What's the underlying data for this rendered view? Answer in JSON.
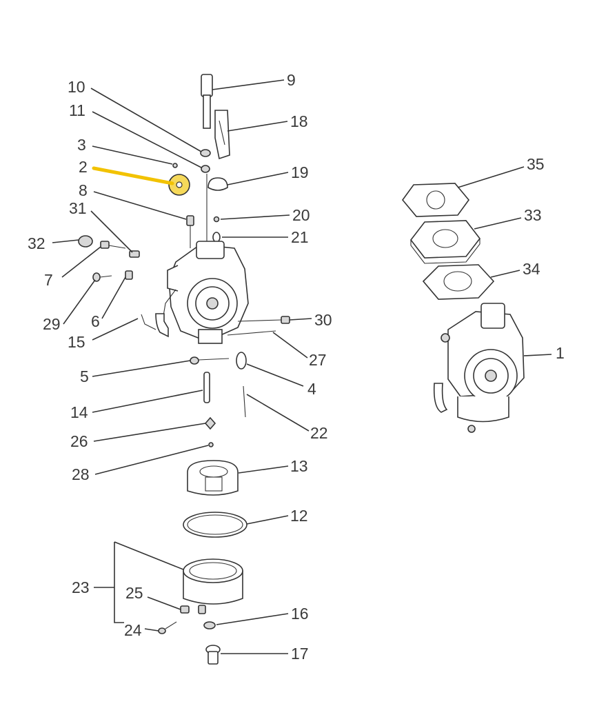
{
  "diagram": {
    "callouts": [
      {
        "id": "10",
        "text": "10"
      },
      {
        "id": "9",
        "text": "9"
      },
      {
        "id": "11",
        "text": "11"
      },
      {
        "id": "18",
        "text": "18"
      },
      {
        "id": "3",
        "text": "3"
      },
      {
        "id": "2",
        "text": "2"
      },
      {
        "id": "19",
        "text": "19"
      },
      {
        "id": "8",
        "text": "8"
      },
      {
        "id": "20",
        "text": "20"
      },
      {
        "id": "31",
        "text": "31"
      },
      {
        "id": "21",
        "text": "21"
      },
      {
        "id": "32",
        "text": "32"
      },
      {
        "id": "7",
        "text": "7"
      },
      {
        "id": "29",
        "text": "29"
      },
      {
        "id": "6",
        "text": "6"
      },
      {
        "id": "30",
        "text": "30"
      },
      {
        "id": "15",
        "text": "15"
      },
      {
        "id": "27",
        "text": "27"
      },
      {
        "id": "5",
        "text": "5"
      },
      {
        "id": "4",
        "text": "4"
      },
      {
        "id": "14",
        "text": "14"
      },
      {
        "id": "22",
        "text": "22"
      },
      {
        "id": "26",
        "text": "26"
      },
      {
        "id": "28",
        "text": "28"
      },
      {
        "id": "13",
        "text": "13"
      },
      {
        "id": "12",
        "text": "12"
      },
      {
        "id": "23",
        "text": "23"
      },
      {
        "id": "25",
        "text": "25"
      },
      {
        "id": "16",
        "text": "16"
      },
      {
        "id": "24",
        "text": "24"
      },
      {
        "id": "17",
        "text": "17"
      },
      {
        "id": "35",
        "text": "35"
      },
      {
        "id": "33",
        "text": "33"
      },
      {
        "id": "34",
        "text": "34"
      },
      {
        "id": "1",
        "text": "1"
      }
    ],
    "highlight": {
      "part": "2",
      "color": "#f2c200"
    }
  }
}
